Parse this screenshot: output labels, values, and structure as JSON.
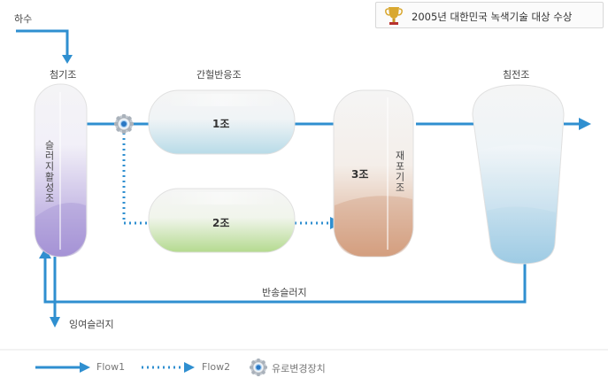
{
  "labels": {
    "inflow": "하수",
    "primary_tank": "첨기조",
    "intermittent_reactor": "간헐반응조",
    "settling_tank": "침전조",
    "reactor1": "1조",
    "reactor2": "2조",
    "reactor3": "3조",
    "sludge_activation": "슬러지활성조",
    "reaeration_tank": "재포기조",
    "return_sludge": "반송슬러지",
    "excess_sludge": "잉여슬러지"
  },
  "award": {
    "text": "2005년 대한민국 녹색기술 대상 수상"
  },
  "legend": {
    "flow1": "Flow1",
    "flow2": "Flow2",
    "valve": "유로변경장치"
  },
  "colors": {
    "flow": "#2f8fd0",
    "purple": "#a897d8",
    "blue": "#bfdde9",
    "green": "#b9dd97",
    "brown": "#d9a98a",
    "settler": "#a9cfe6"
  },
  "icons": {
    "award": "trophy-icon",
    "valve": "gear-valve-icon"
  }
}
